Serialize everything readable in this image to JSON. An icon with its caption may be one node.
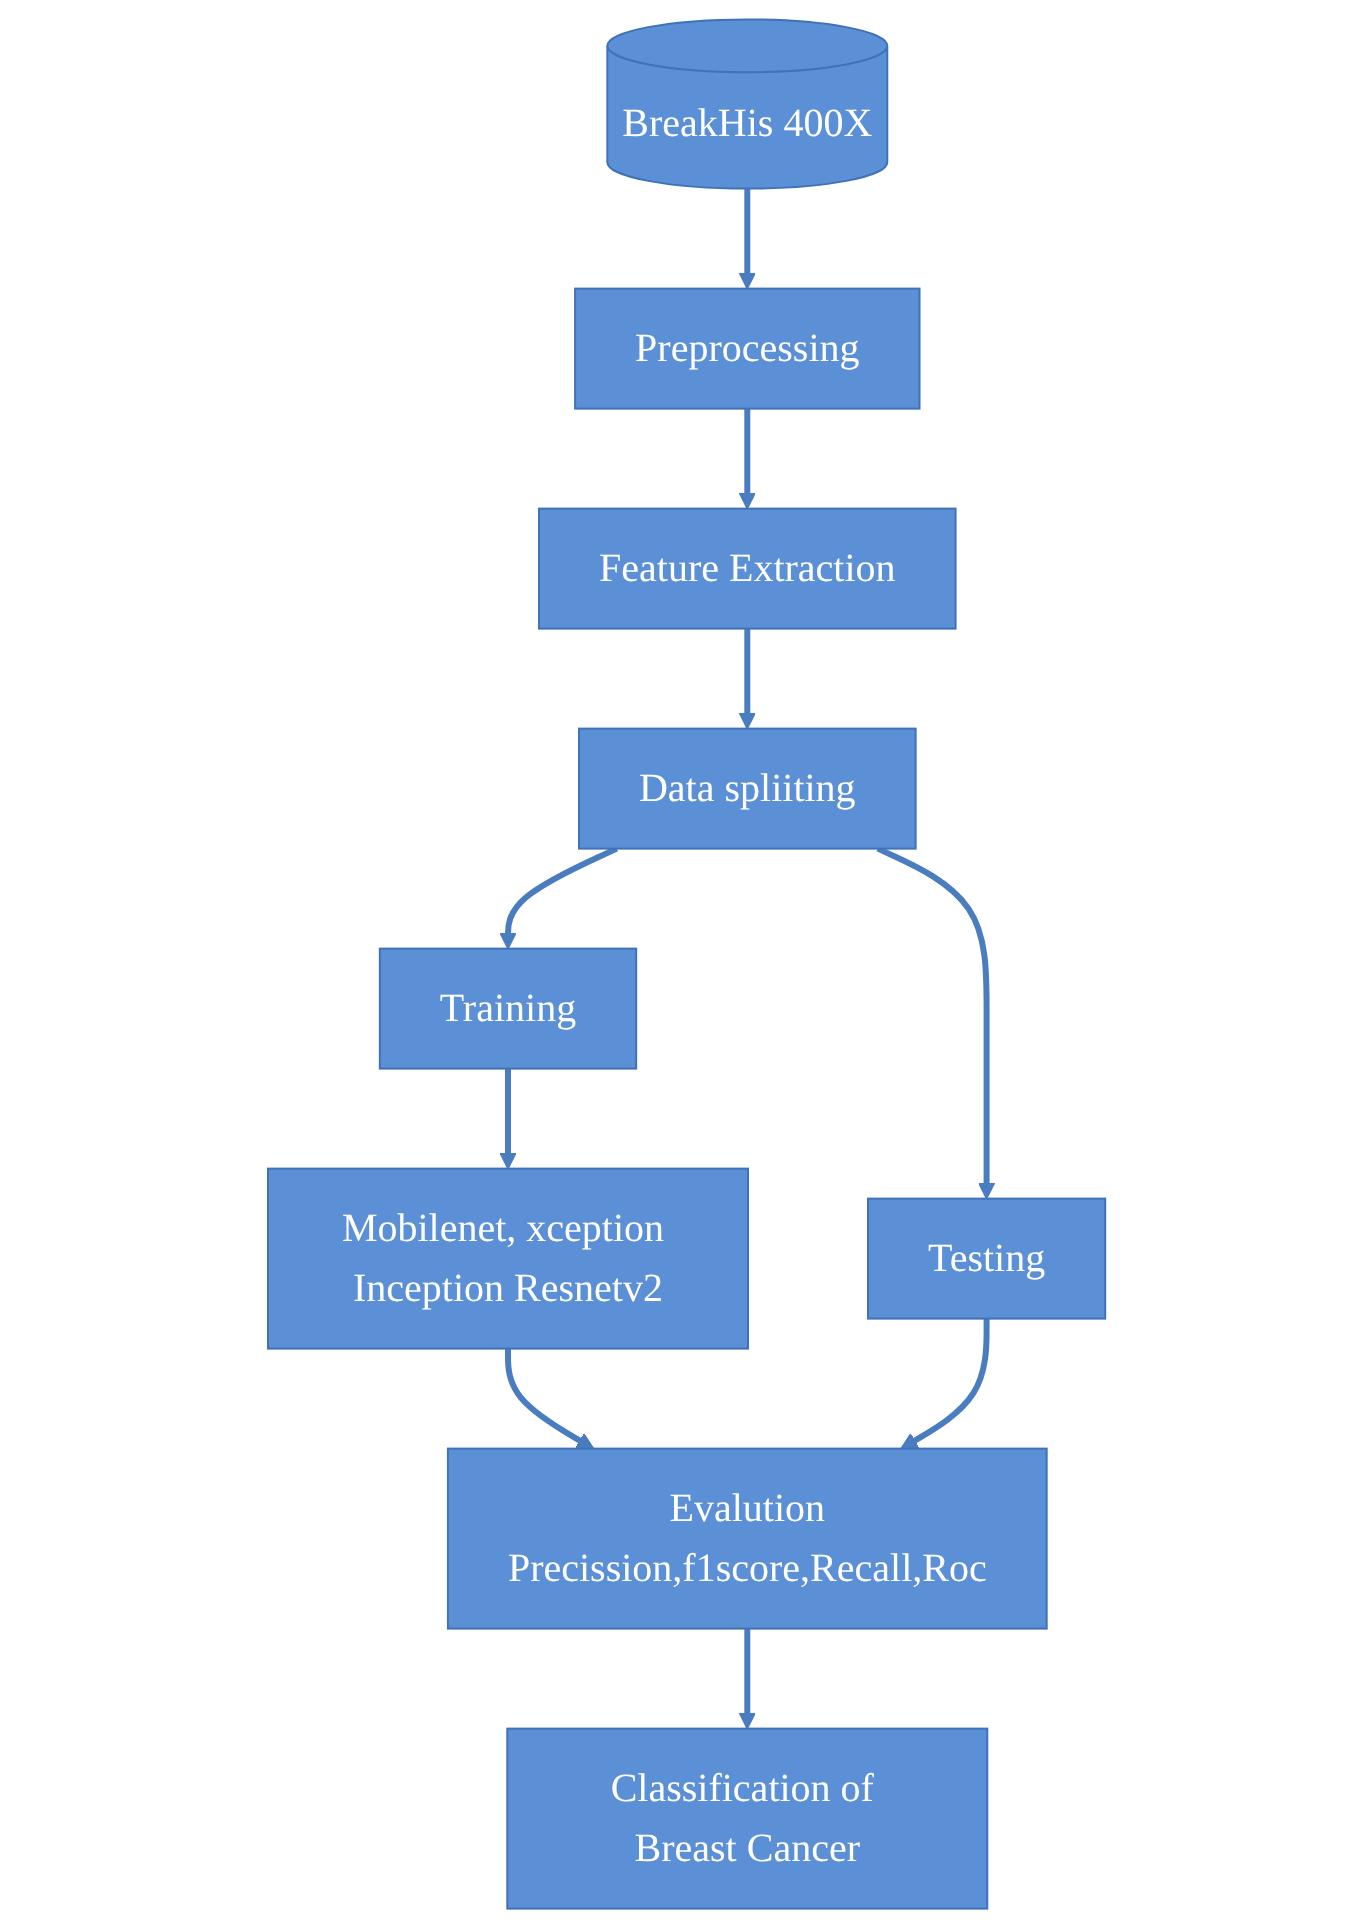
{
  "diagram": {
    "nodes": [
      {
        "text": [
          "BreakHis 400X"
        ]
      },
      {
        "text": [
          "Preprocessing"
        ]
      },
      {
        "text": [
          "Feature Extraction"
        ]
      },
      {
        "text": [
          "Data spliiting"
        ]
      },
      {
        "text": [
          "Training"
        ]
      },
      {
        "text": [
          "Testing"
        ]
      },
      {
        "text": [
          "Mobilenet, xception Inception Resnetv2"
        ]
      },
      {
        "text": [
          "Evalution",
          "Precission,f1score,Recall,Roc"
        ]
      },
      {
        "text": [
          "Classification of Breast Cancer"
        ]
      }
    ],
    "edges": [
      {
        "from": 0,
        "to": 1,
        "arrow": "to"
      },
      {
        "from": 1,
        "to": 2,
        "arrow": "to"
      },
      {
        "from": 2,
        "to": 3,
        "arrow": "to"
      },
      {
        "from": 3,
        "to": 4,
        "arrow": "to"
      },
      {
        "from": 3,
        "to": 5,
        "arrow": "to"
      },
      {
        "from": 4,
        "to": 6,
        "arrow": "to"
      },
      {
        "from": 6,
        "to": 7,
        "arrow": "to"
      },
      {
        "from": 5,
        "to": 7,
        "arrow": "to"
      },
      {
        "from": 7,
        "to": 8,
        "arrow": "to"
      }
    ]
  }
}
